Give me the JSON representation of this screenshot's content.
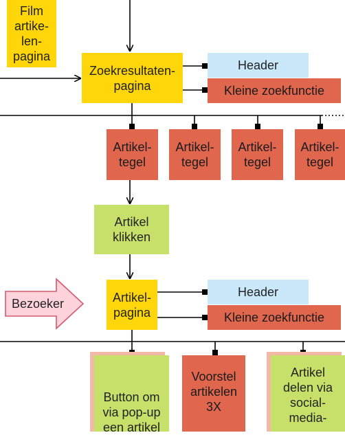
{
  "colors": {
    "page": "#FFD60A",
    "component": "#E0674E",
    "header": "#C9E8FA",
    "action": "#C7E06A",
    "visitor": "#FFD3DC",
    "line": "#000000"
  },
  "nodes": {
    "film_page": "Film\nartike-\nlen-\npagina",
    "search_results": "Zoekresultaten-\npagina",
    "header_1": "Header",
    "search_1": "Kleine zoekfunctie",
    "tile": "Artikel-\ntegel",
    "click_article": "Artikel\nklikken",
    "visitor": "Bezoeker",
    "article_page": "Artikel-\npagina",
    "header_2": "Header",
    "search_2": "Kleine zoekfunctie",
    "popup_button": "Button om\nvia pop-up\neen artikel",
    "suggest": "Voorstel\nartikelen\n3X",
    "share": "Artikel\ndelen via\nsocial-\nmedia-"
  }
}
